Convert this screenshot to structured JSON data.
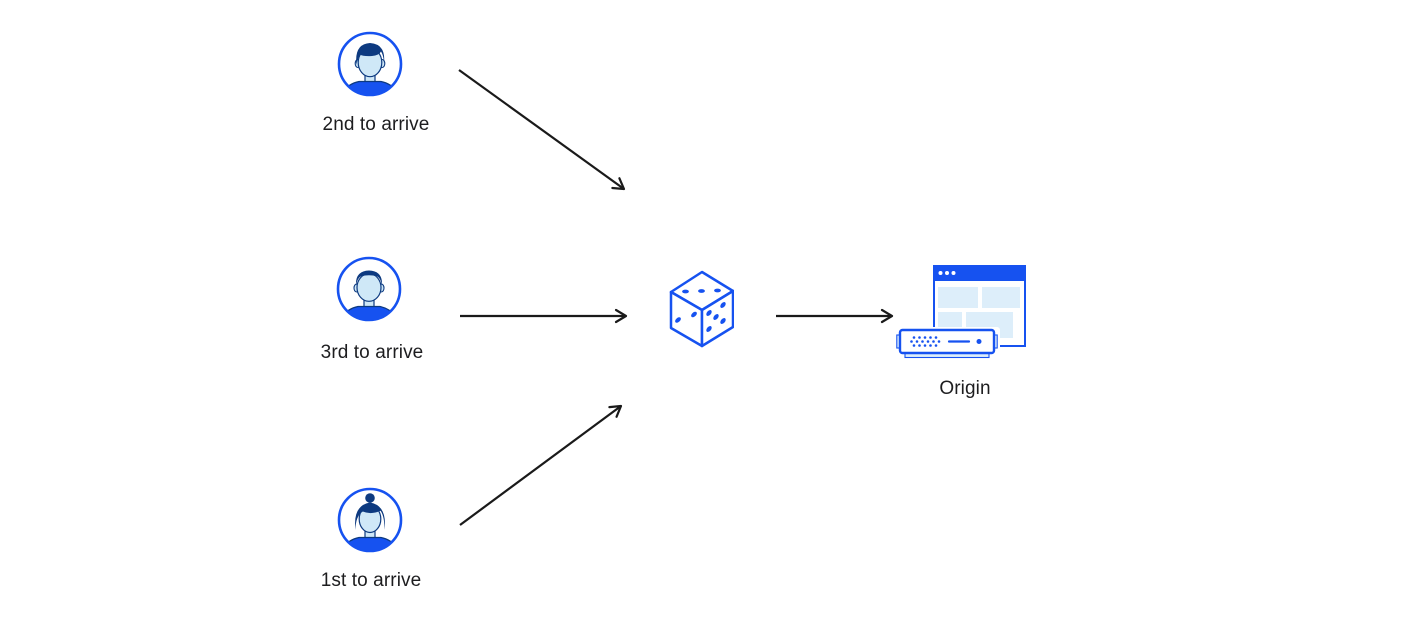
{
  "colors": {
    "primary_blue": "#1652f0",
    "dark_navy": "#0d3a80",
    "skin_light_blue": "#cfe8f7",
    "panel_light_blue": "#ddeefa",
    "window_white": "#ffffff",
    "arrow_black": "#1a1a1a",
    "label_text": "#1d1d1f"
  },
  "nodes": {
    "visitors": [
      {
        "id": "visitor-2nd",
        "label": "2nd to arrive",
        "icon": "man-swept-hair-avatar-icon"
      },
      {
        "id": "visitor-3rd",
        "label": "3rd to arrive",
        "icon": "man-short-hair-avatar-icon"
      },
      {
        "id": "visitor-1st",
        "label": "1st to arrive",
        "icon": "woman-bun-avatar-icon"
      }
    ],
    "randomizer": {
      "id": "randomizer",
      "icon": "dice-icon"
    },
    "origin": {
      "id": "origin",
      "label": "Origin",
      "icon": "origin-server-browser-icon"
    }
  },
  "edges": [
    {
      "from": "visitor-2nd",
      "to": "randomizer"
    },
    {
      "from": "visitor-3rd",
      "to": "randomizer"
    },
    {
      "from": "visitor-1st",
      "to": "randomizer"
    },
    {
      "from": "randomizer",
      "to": "origin"
    }
  ]
}
